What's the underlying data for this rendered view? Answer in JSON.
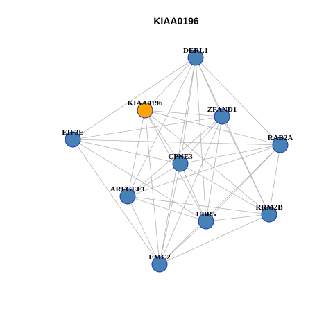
{
  "title": "KIAA0196",
  "colors": {
    "query_node": "#ffa500",
    "node": "#4682b4",
    "node_border": "#1f2fbf",
    "edge": "#b3b3b3"
  },
  "nodes": [
    {
      "id": "DERL1",
      "label": "DERL1",
      "query": false
    },
    {
      "id": "KIAA0196",
      "label": "KIAA0196",
      "query": true
    },
    {
      "id": "ZFAND1",
      "label": "ZFAND1",
      "query": false
    },
    {
      "id": "EIF3E",
      "label": "EIF3E",
      "query": false
    },
    {
      "id": "RAB2A",
      "label": "RAB2A",
      "query": false
    },
    {
      "id": "CPNE3",
      "label": "CPNE3",
      "query": false
    },
    {
      "id": "ARFGEF1",
      "label": "ARFGEF1",
      "query": false
    },
    {
      "id": "RRM2B",
      "label": "RRM2B",
      "query": false
    },
    {
      "id": "UBR5",
      "label": "UBR5",
      "query": false
    },
    {
      "id": "EMC2",
      "label": "EMC2",
      "query": false
    }
  ],
  "edges": [
    [
      "DERL1",
      "EIF3E"
    ],
    [
      "DERL1",
      "ZFAND1"
    ],
    [
      "DERL1",
      "RAB2A"
    ],
    [
      "DERL1",
      "CPNE3"
    ],
    [
      "DERL1",
      "ARFGEF1"
    ],
    [
      "DERL1",
      "RRM2B"
    ],
    [
      "DERL1",
      "UBR5"
    ],
    [
      "DERL1",
      "EMC2"
    ],
    [
      "DERL1",
      "KIAA0196"
    ],
    [
      "KIAA0196",
      "ZFAND1"
    ],
    [
      "KIAA0196",
      "RAB2A"
    ],
    [
      "KIAA0196",
      "CPNE3"
    ],
    [
      "KIAA0196",
      "ARFGEF1"
    ],
    [
      "KIAA0196",
      "RRM2B"
    ],
    [
      "KIAA0196",
      "UBR5"
    ],
    [
      "KIAA0196",
      "EMC2"
    ],
    [
      "ZFAND1",
      "EIF3E"
    ],
    [
      "ZFAND1",
      "RRM2B"
    ],
    [
      "ZFAND1",
      "UBR5"
    ],
    [
      "ZFAND1",
      "EMC2"
    ],
    [
      "ZFAND1",
      "ARFGEF1"
    ],
    [
      "ZFAND1",
      "CPNE3"
    ],
    [
      "EIF3E",
      "RAB2A"
    ],
    [
      "EIF3E",
      "CPNE3"
    ],
    [
      "EIF3E",
      "UBR5"
    ],
    [
      "EIF3E",
      "EMC2"
    ],
    [
      "RAB2A",
      "CPNE3"
    ],
    [
      "RAB2A",
      "ARFGEF1"
    ],
    [
      "RAB2A",
      "RRM2B"
    ],
    [
      "RAB2A",
      "UBR5"
    ],
    [
      "RAB2A",
      "EMC2"
    ],
    [
      "CPNE3",
      "ARFGEF1"
    ],
    [
      "CPNE3",
      "RRM2B"
    ],
    [
      "CPNE3",
      "UBR5"
    ],
    [
      "CPNE3",
      "EMC2"
    ],
    [
      "ARFGEF1",
      "UBR5"
    ],
    [
      "ARFGEF1",
      "RRM2B"
    ],
    [
      "ARFGEF1",
      "EMC2"
    ],
    [
      "UBR5",
      "EMC2"
    ],
    [
      "UBR5",
      "RRM2B"
    ],
    [
      "RRM2B",
      "EMC2"
    ]
  ]
}
